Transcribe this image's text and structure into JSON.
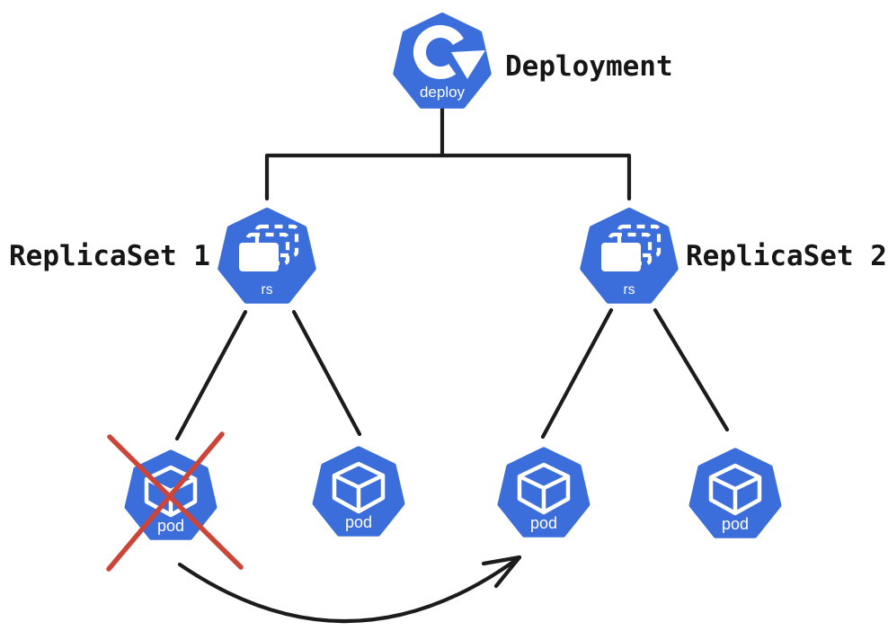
{
  "colors": {
    "k8s-blue": "#3c6edb",
    "icon-white": "#ffffff",
    "line-dark": "#1c1c1c",
    "cross-red": "#cb4539",
    "label-dark": "#161616",
    "background": "#ffffff"
  },
  "icons": {
    "deployment": "circular-redeploy-arrow-icon",
    "replicaset": "stacked-cards-icon",
    "pod": "cube-icon",
    "terminated_pod": "red-cross-mark",
    "reschedule": "curved-arrow"
  },
  "diagram": {
    "deployment": {
      "label": "Deployment",
      "badge": "deploy"
    },
    "replicaset1": {
      "label": "ReplicaSet 1",
      "badge": "rs"
    },
    "replicaset2": {
      "label": "ReplicaSet 2",
      "badge": "rs"
    },
    "pods": {
      "pod1": {
        "badge": "pod"
      },
      "pod2": {
        "badge": "pod"
      },
      "pod3": {
        "badge": "pod"
      },
      "pod4": {
        "badge": "pod"
      }
    }
  }
}
